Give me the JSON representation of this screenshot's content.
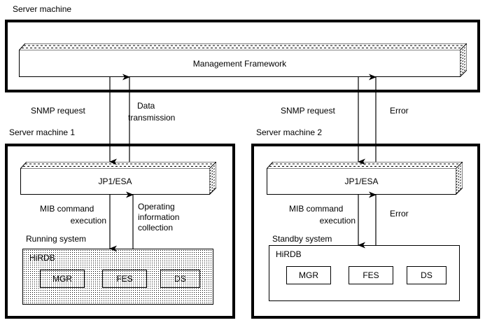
{
  "diagram": {
    "title_top": "Server machine",
    "panels": [
      {
        "caption": "Server machine"
      },
      {
        "caption": "Server machine 1"
      },
      {
        "caption": "Server machine 2"
      }
    ],
    "top_panel": {
      "caption": "Server machine",
      "slab_label": "Management Framework"
    },
    "left_panel": {
      "caption": "Server machine 1",
      "slab_label": "JP1/ESA",
      "system_label": "Running system",
      "db_label": "HiRDB",
      "components": [
        "MGR",
        "FES",
        "DS"
      ],
      "arrow_down_label_line1": "MIB command",
      "arrow_down_label_line2": "execution",
      "arrow_up_label_line1": "Operating",
      "arrow_up_label_line2": "information",
      "arrow_up_label_line3": "collection"
    },
    "right_panel": {
      "caption": "Server machine 2",
      "slab_label": "JP1/ESA",
      "system_label": "Standby system",
      "db_label": "HiRDB",
      "components": [
        "MGR",
        "FES",
        "DS"
      ],
      "arrow_down_label_line1": "MIB command",
      "arrow_down_label_line2": "execution",
      "arrow_up_label": "Error"
    },
    "interconnect": {
      "left_down_label": "SNMP request",
      "left_up_label_line1": "Data",
      "left_up_label_line2": "transmission",
      "right_down_label": "SNMP request",
      "right_up_label": "Error"
    },
    "colors": {
      "stroke": "#000000",
      "background": "#ffffff"
    }
  }
}
